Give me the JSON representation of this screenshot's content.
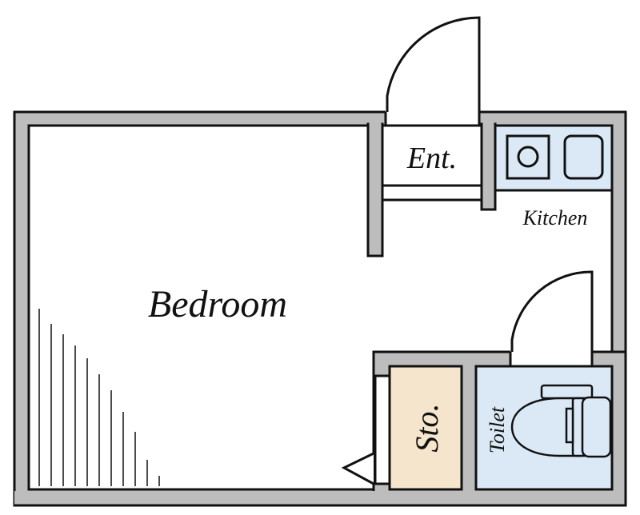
{
  "rooms": {
    "bedroom": "Bedroom",
    "entrance": "Ent.",
    "kitchen": "Kitchen",
    "storage": "Sto.",
    "toilet": "Toilet"
  },
  "colors": {
    "wall": "#bdbdbd",
    "line": "#111111",
    "wet_area": "#dbe9f6",
    "storage": "#f6e5cd"
  }
}
